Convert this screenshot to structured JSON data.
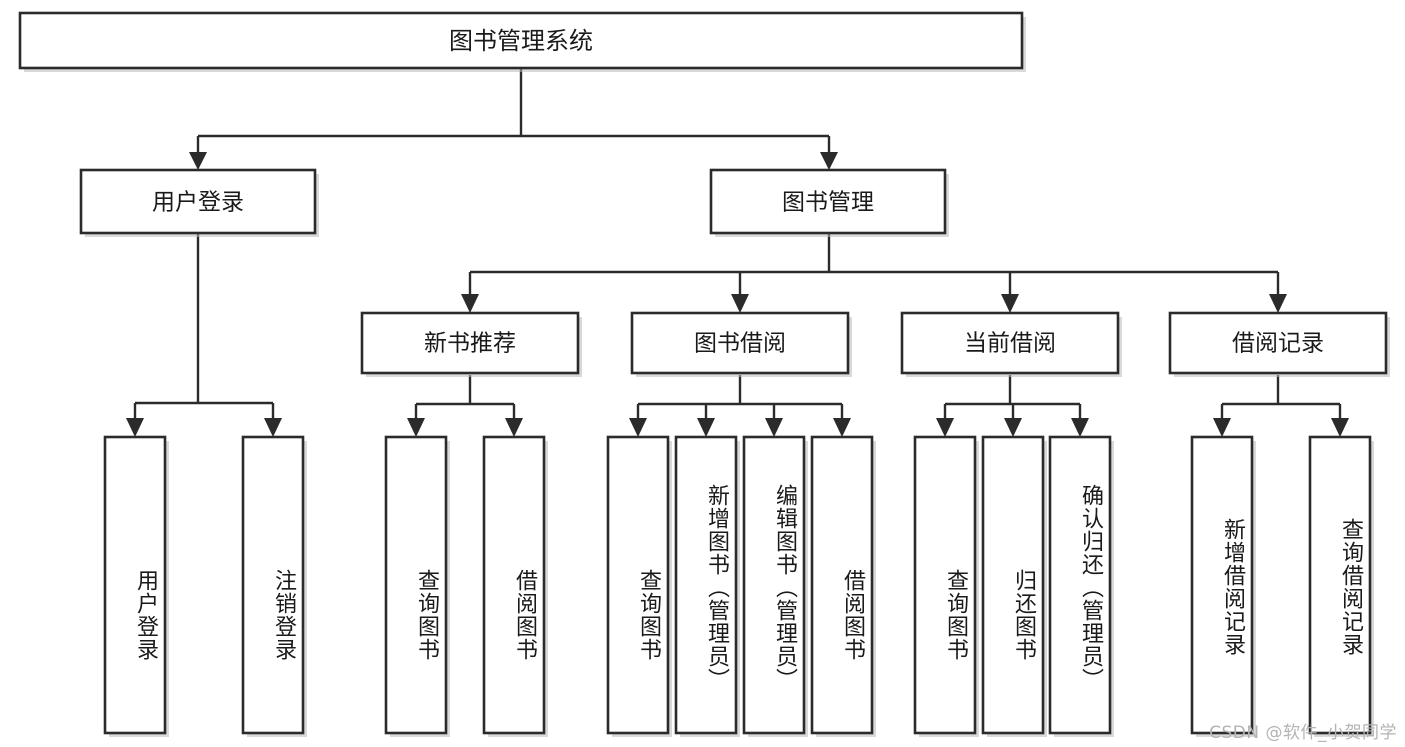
{
  "diagram": {
    "title": "图书管理系统",
    "type": "tree",
    "colors": {
      "box_stroke": "#2b2b2b",
      "box_fill": "#ffffff",
      "edge": "#2b2b2b",
      "text": "#1a1a1a",
      "watermark": "#b3b3b3",
      "background": "#ffffff"
    },
    "nodes": {
      "root": {
        "label": "图书管理系统",
        "orientation": "horizontal"
      },
      "level1": [
        {
          "id": "user-login",
          "label": "用户登录",
          "orientation": "horizontal"
        },
        {
          "id": "book-management",
          "label": "图书管理",
          "orientation": "horizontal"
        }
      ],
      "level2": [
        {
          "id": "new-book-recommend",
          "label": "新书推荐",
          "orientation": "horizontal"
        },
        {
          "id": "book-borrow",
          "label": "图书借阅",
          "orientation": "horizontal"
        },
        {
          "id": "current-borrow",
          "label": "当前借阅",
          "orientation": "horizontal"
        },
        {
          "id": "borrow-record",
          "label": "借阅记录",
          "orientation": "horizontal"
        }
      ],
      "leaves": {
        "user-login": [
          {
            "id": "leaf-user-login",
            "label": "用户登录",
            "orientation": "vertical"
          },
          {
            "id": "leaf-logout-login",
            "label": "注销登录",
            "orientation": "vertical"
          }
        ],
        "new-book-recommend": [
          {
            "id": "leaf-query-book-1",
            "label": "查询图书",
            "orientation": "vertical"
          },
          {
            "id": "leaf-borrow-book-1",
            "label": "借阅图书",
            "orientation": "vertical"
          }
        ],
        "book-borrow": [
          {
            "id": "leaf-query-book-2",
            "label": "查询图书",
            "orientation": "vertical"
          },
          {
            "id": "leaf-add-book",
            "label": "新增图书（管理员）",
            "orientation": "vertical"
          },
          {
            "id": "leaf-edit-book",
            "label": "编辑图书（管理员）",
            "orientation": "vertical"
          },
          {
            "id": "leaf-borrow-book-2",
            "label": "借阅图书",
            "orientation": "vertical"
          }
        ],
        "current-borrow": [
          {
            "id": "leaf-query-book-3",
            "label": "查询图书",
            "orientation": "vertical"
          },
          {
            "id": "leaf-return-book",
            "label": "归还图书",
            "orientation": "vertical"
          },
          {
            "id": "leaf-confirm-return",
            "label": "确认归还（管理员）",
            "orientation": "vertical"
          }
        ],
        "borrow-record": [
          {
            "id": "leaf-add-record",
            "label": "新增借阅记录",
            "orientation": "vertical"
          },
          {
            "id": "leaf-query-record",
            "label": "查询借阅记录",
            "orientation": "vertical"
          }
        ]
      }
    },
    "edges": [
      {
        "from": "图书管理系统",
        "to": "用户登录"
      },
      {
        "from": "图书管理系统",
        "to": "图书管理"
      },
      {
        "from": "用户登录",
        "to": "用户登录"
      },
      {
        "from": "用户登录",
        "to": "注销登录"
      },
      {
        "from": "图书管理",
        "to": "新书推荐"
      },
      {
        "from": "图书管理",
        "to": "图书借阅"
      },
      {
        "from": "图书管理",
        "to": "当前借阅"
      },
      {
        "from": "图书管理",
        "to": "借阅记录"
      },
      {
        "from": "新书推荐",
        "to": "查询图书"
      },
      {
        "from": "新书推荐",
        "to": "借阅图书"
      },
      {
        "from": "图书借阅",
        "to": "查询图书"
      },
      {
        "from": "图书借阅",
        "to": "新增图书（管理员）"
      },
      {
        "from": "图书借阅",
        "to": "编辑图书（管理员）"
      },
      {
        "from": "图书借阅",
        "to": "借阅图书"
      },
      {
        "from": "当前借阅",
        "to": "查询图书"
      },
      {
        "from": "当前借阅",
        "to": "归还图书"
      },
      {
        "from": "当前借阅",
        "to": "确认归还（管理员）"
      },
      {
        "from": "借阅记录",
        "to": "新增借阅记录"
      },
      {
        "from": "借阅记录",
        "to": "查询借阅记录"
      }
    ]
  },
  "watermark": {
    "text": "CSDN @软件_小贺同学"
  }
}
